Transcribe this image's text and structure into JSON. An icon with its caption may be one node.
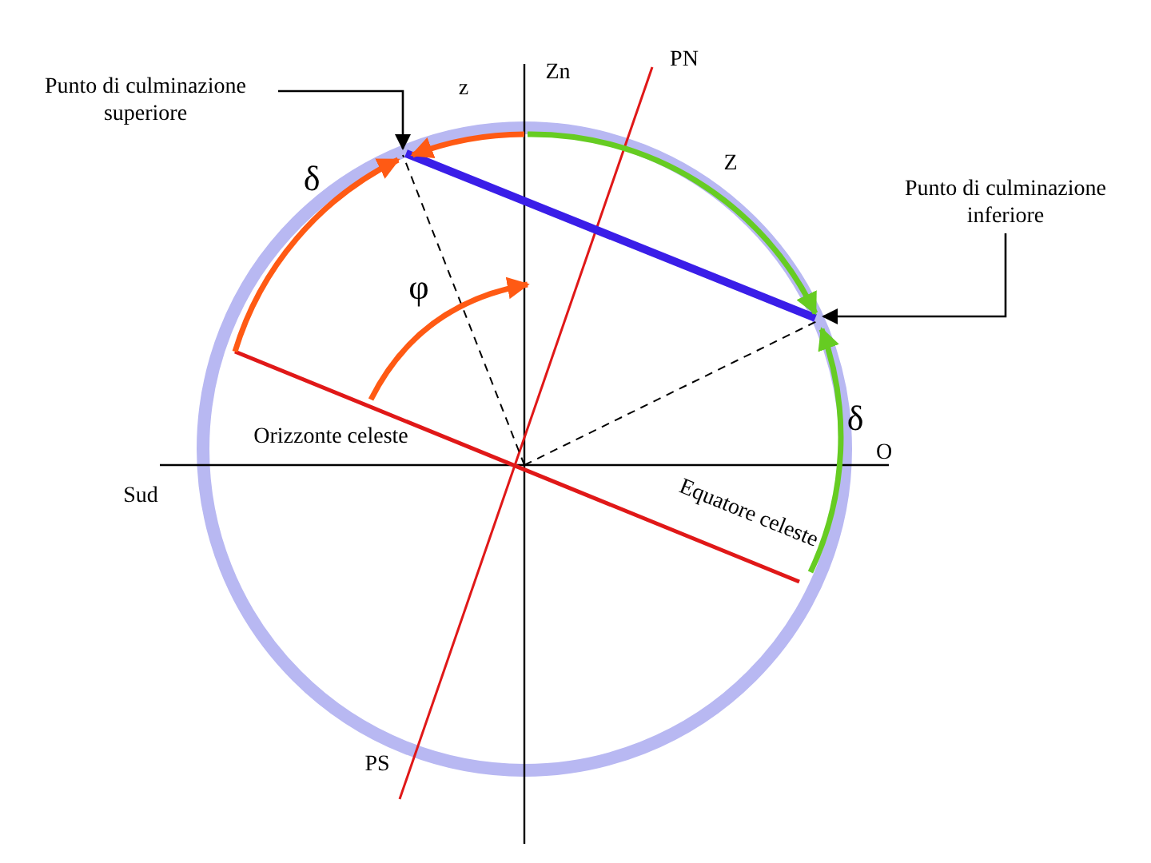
{
  "diagram": {
    "nodes": [
      {
        "text": [
          "Punto di culminazione superiore"
        ]
      },
      {
        "text": [
          "Punto di culminazione inferiore"
        ]
      }
    ],
    "edges": [
      {
        "from": 0,
        "to": null,
        "arrow": "to"
      },
      {
        "from": 1,
        "to": null,
        "arrow": "to"
      }
    ],
    "labels": [
      "z",
      "Zn",
      "PN",
      "δ",
      "Z",
      "φ",
      "δ",
      "O",
      "Orizzonte celeste",
      "Sud",
      "Equatore celeste",
      "PS"
    ]
  }
}
